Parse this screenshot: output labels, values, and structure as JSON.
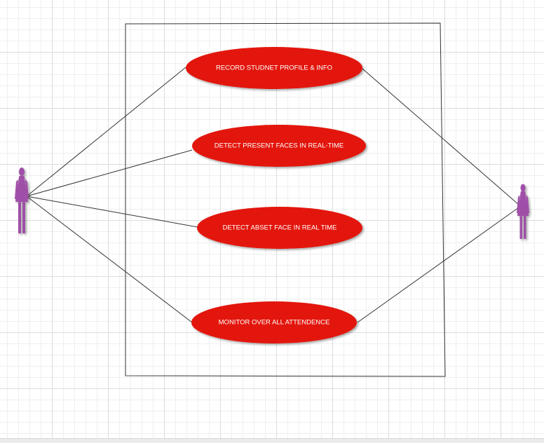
{
  "diagram": {
    "use_cases": [
      {
        "id": "uc1",
        "label": "RECORD STUDNET PROFILE & INFO"
      },
      {
        "id": "uc2",
        "label": "DETECT PRESENT FACES IN REAL-TIME"
      },
      {
        "id": "uc3",
        "label": "DETECT ABSET FACE IN REAL TIME"
      },
      {
        "id": "uc4",
        "label": "MONITOR OVER ALL ATTENDENCE"
      }
    ],
    "actors": [
      {
        "id": "actor-left",
        "icon": "female-actor-icon",
        "color": "#a050a8"
      },
      {
        "id": "actor-right",
        "icon": "female-actor-icon",
        "color": "#a050a8"
      }
    ],
    "use_case_color": "#e31408",
    "associations": [
      [
        "actor-left",
        "uc1"
      ],
      [
        "actor-left",
        "uc2"
      ],
      [
        "actor-left",
        "uc3"
      ],
      [
        "actor-left",
        "uc4"
      ],
      [
        "actor-right",
        "uc1"
      ],
      [
        "actor-right",
        "uc4"
      ]
    ]
  }
}
